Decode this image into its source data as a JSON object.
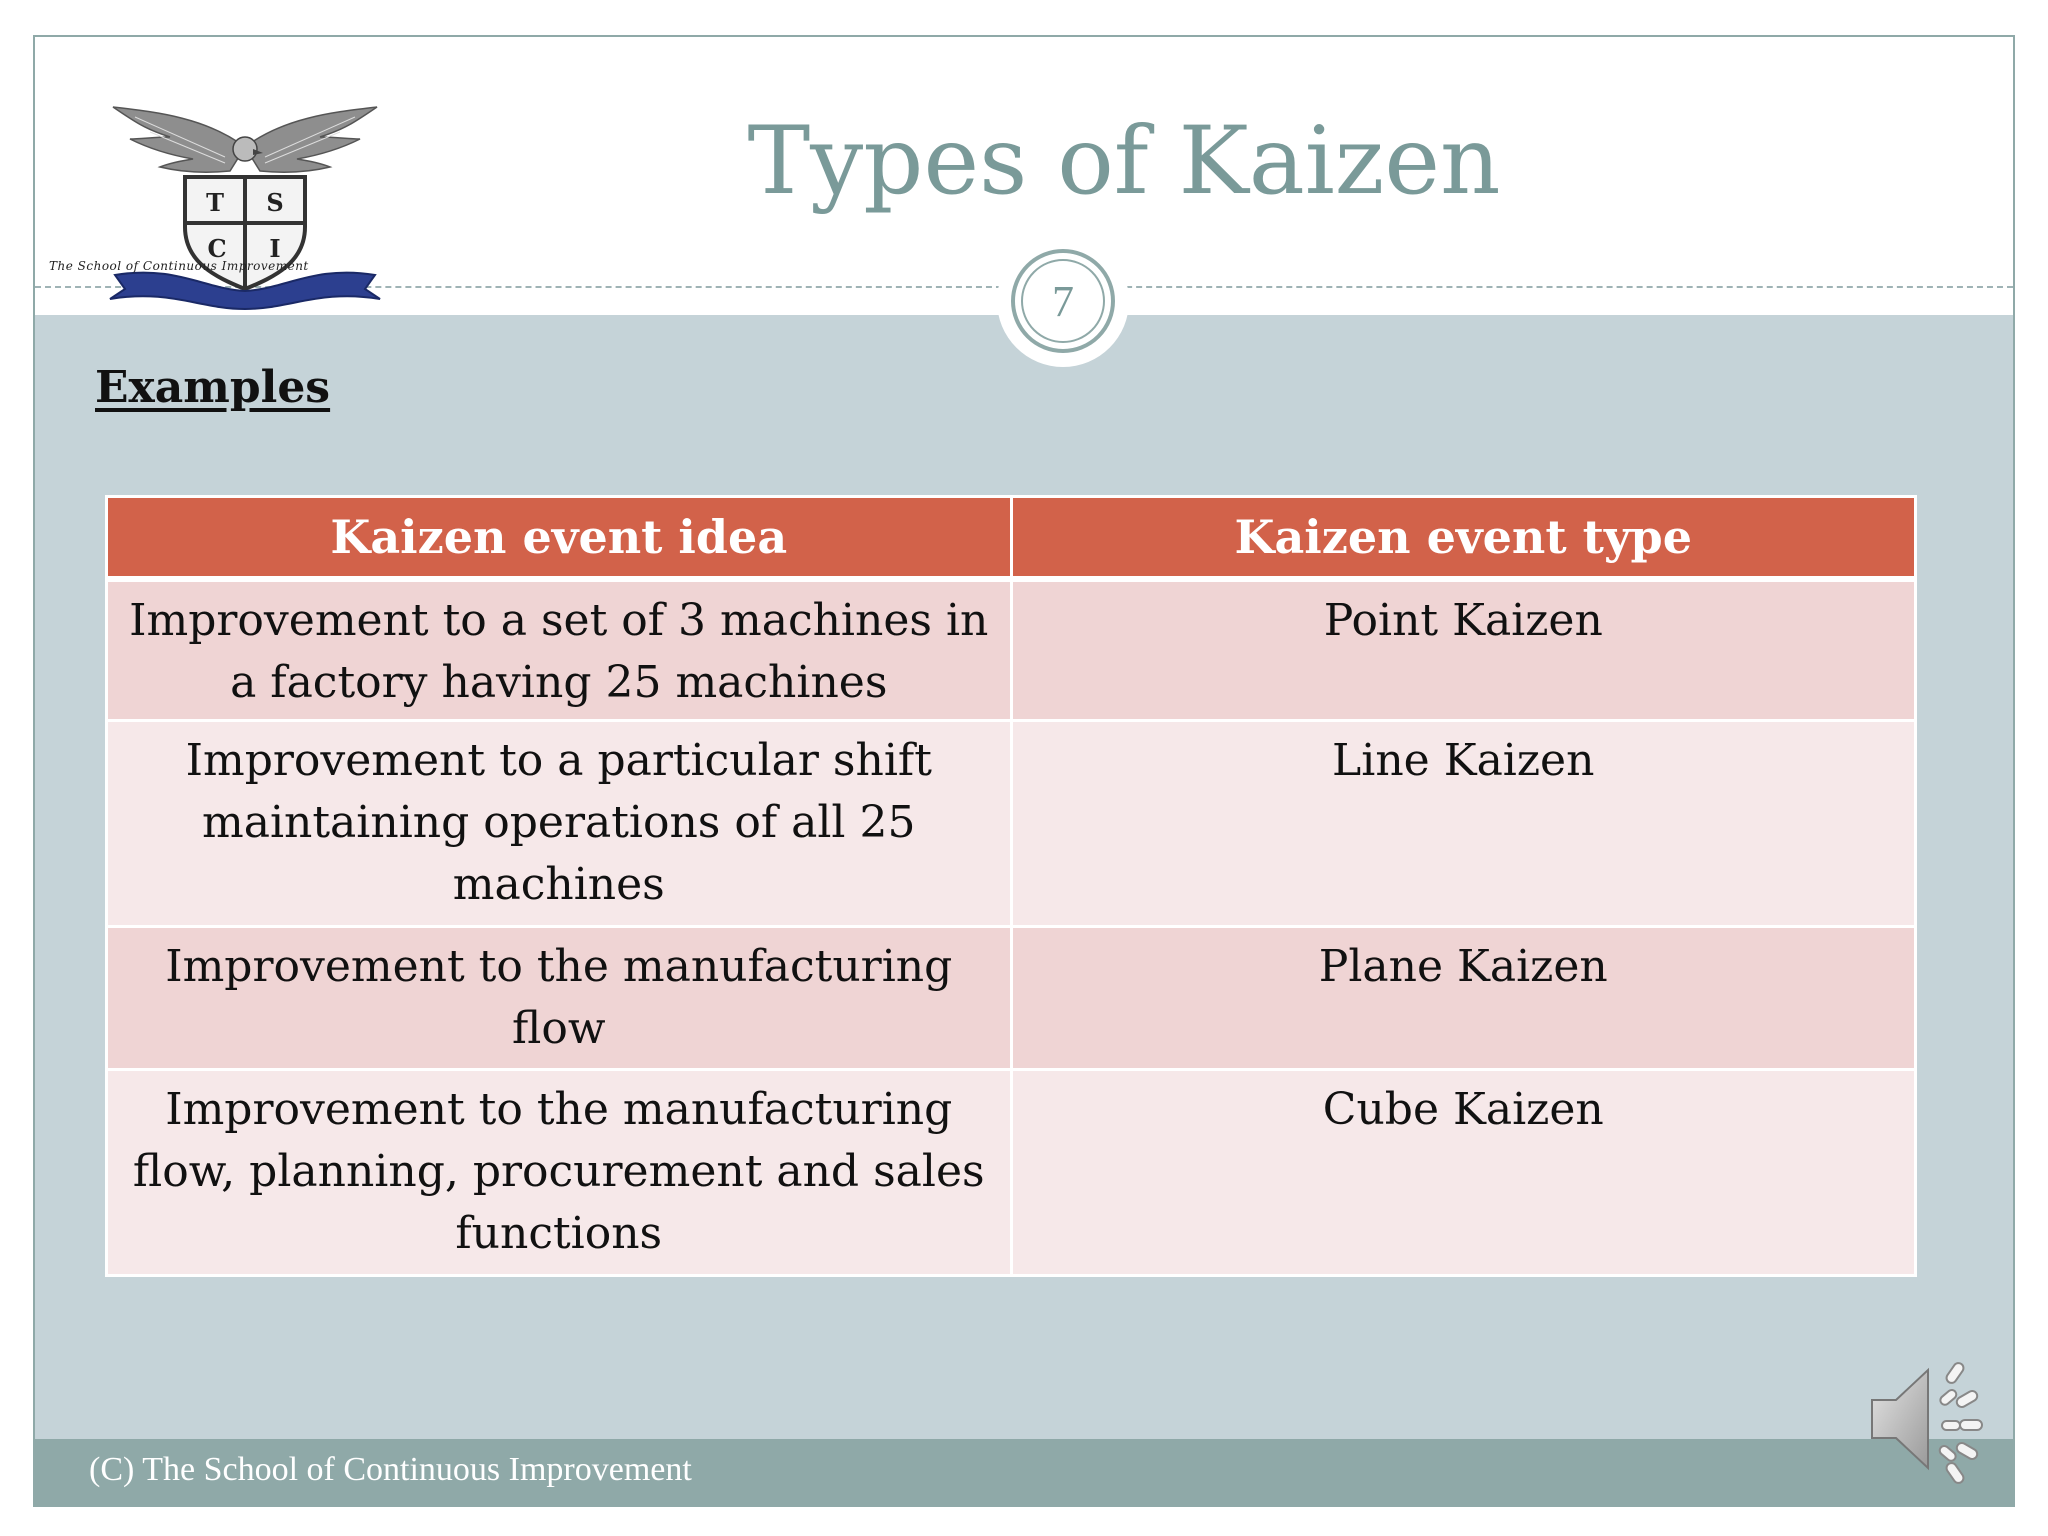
{
  "slide": {
    "title": "Types of Kaizen",
    "page_number": "7",
    "section_heading": "Examples",
    "footer": "(C) The School of Continuous Improvement"
  },
  "logo": {
    "icon": "eagle-crest-logo",
    "letters": [
      "T",
      "S",
      "C",
      "I"
    ],
    "caption": "The School of Continuous Improvement"
  },
  "table": {
    "headers": [
      "Kaizen event idea",
      "Kaizen event type"
    ],
    "rows": [
      {
        "idea": "Improvement to a set of 3 machines in a factory having 25 machines",
        "type": "Point Kaizen"
      },
      {
        "idea": "Improvement to a particular shift maintaining operations of all 25 machines",
        "type": "Line Kaizen"
      },
      {
        "idea": "Improvement to the manufacturing flow",
        "type": "Plane Kaizen"
      },
      {
        "idea": "Improvement to the manufacturing flow, planning, procurement and sales functions",
        "type": "Cube Kaizen"
      }
    ]
  },
  "audio": {
    "icon": "speaker-icon"
  },
  "colors": {
    "title": "#7a9a99",
    "header_fill": "#d2624a",
    "row_odd": "#efd4d4",
    "row_even": "#f6e8e9",
    "background": "#c5d3d8",
    "footer_bar": "#8fa9a8"
  }
}
